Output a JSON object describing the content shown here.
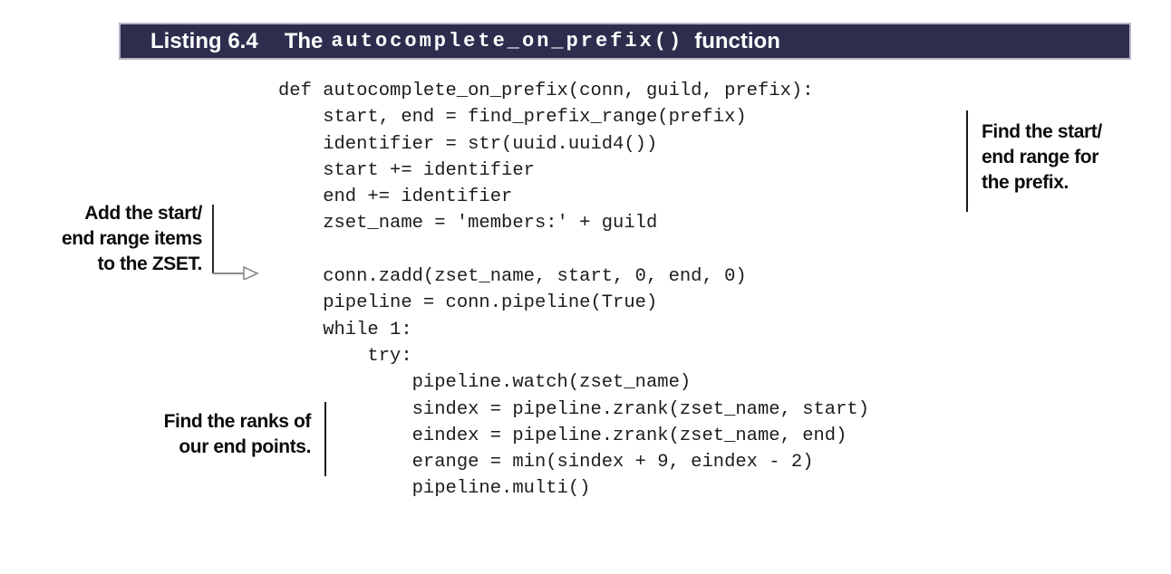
{
  "listing_header": {
    "label": "Listing 6.4",
    "title_prefix": "The",
    "title_code": "autocomplete_on_prefix()",
    "title_suffix": "function",
    "bar_color": "#2d2e4e",
    "border_color": "#b5b7c6",
    "text_color": "#ffffff"
  },
  "code": {
    "language": "python",
    "text": "def autocomplete_on_prefix(conn, guild, prefix):\n    start, end = find_prefix_range(prefix)\n    identifier = str(uuid.uuid4())\n    start += identifier\n    end += identifier\n    zset_name = 'members:' + guild\n\n    conn.zadd(zset_name, start, 0, end, 0)\n    pipeline = conn.pipeline(True)\n    while 1:\n        try:\n            pipeline.watch(zset_name)\n            sindex = pipeline.zrank(zset_name, start)\n            eindex = pipeline.zrank(zset_name, end)\n            erange = min(sindex + 9, eindex - 2)\n            pipeline.multi()"
  },
  "callouts": {
    "add_range": {
      "lines": [
        "Add the start/",
        "end range items",
        "to the ZSET."
      ]
    },
    "find_range": {
      "lines": [
        "Find the start/",
        "end range for",
        "the prefix."
      ]
    },
    "find_ranks": {
      "lines": [
        "Find the ranks of",
        "our end points."
      ]
    }
  },
  "arrow": {
    "line_color": "#2a2a2a",
    "shaft_color": "#8a8a8a"
  }
}
